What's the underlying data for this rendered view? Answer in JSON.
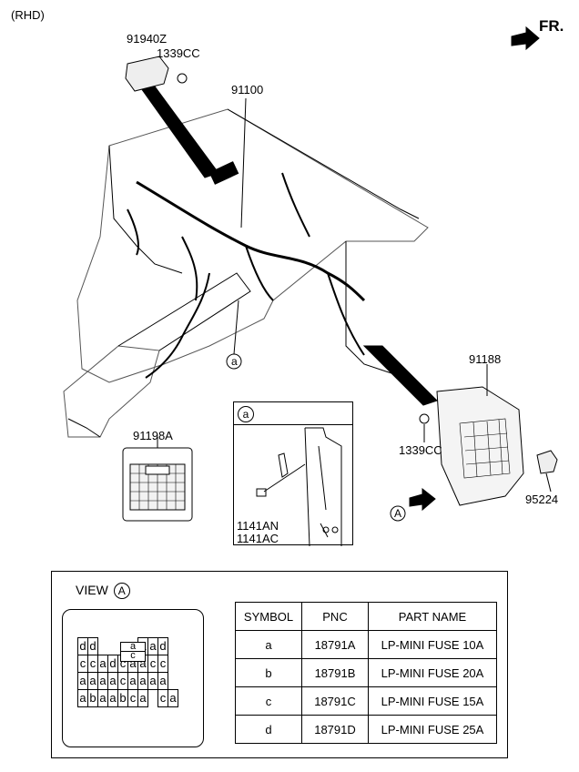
{
  "header": {
    "variant": "(RHD)",
    "direction": "FR."
  },
  "callouts": {
    "module_top": "91940Z",
    "nut_top": "1339CC",
    "main_harness": "91100",
    "junction_box": "91188",
    "nut_right": "1339CC",
    "relay": "95224",
    "fuse_cover": "91198A",
    "view_marker": "A",
    "detail_marker": "a",
    "bolt_1": "1141AN",
    "bolt_2": "1141AC"
  },
  "view": {
    "title": "VIEW",
    "marker": "A",
    "relay_top": "a",
    "relay_bottom": "c",
    "fuse_rows": [
      [
        "d",
        "d",
        "",
        "",
        "",
        "",
        "a",
        "a",
        "d"
      ],
      [
        "c",
        "c",
        "a",
        "d",
        "c",
        "a",
        "a",
        "c",
        "c"
      ],
      [
        "a",
        "a",
        "a",
        "a",
        "c",
        "a",
        "a",
        "a",
        "a"
      ],
      [
        "a",
        "b",
        "a",
        "a",
        "b",
        "c",
        "a",
        "",
        "c",
        "a"
      ]
    ]
  },
  "parts_table": {
    "headers": [
      "SYMBOL",
      "PNC",
      "PART NAME"
    ],
    "rows": [
      [
        "a",
        "18791A",
        "LP-MINI FUSE 10A"
      ],
      [
        "b",
        "18791B",
        "LP-MINI FUSE 20A"
      ],
      [
        "c",
        "18791C",
        "LP-MINI FUSE 15A"
      ],
      [
        "d",
        "18791D",
        "LP-MINI FUSE 25A"
      ]
    ]
  }
}
